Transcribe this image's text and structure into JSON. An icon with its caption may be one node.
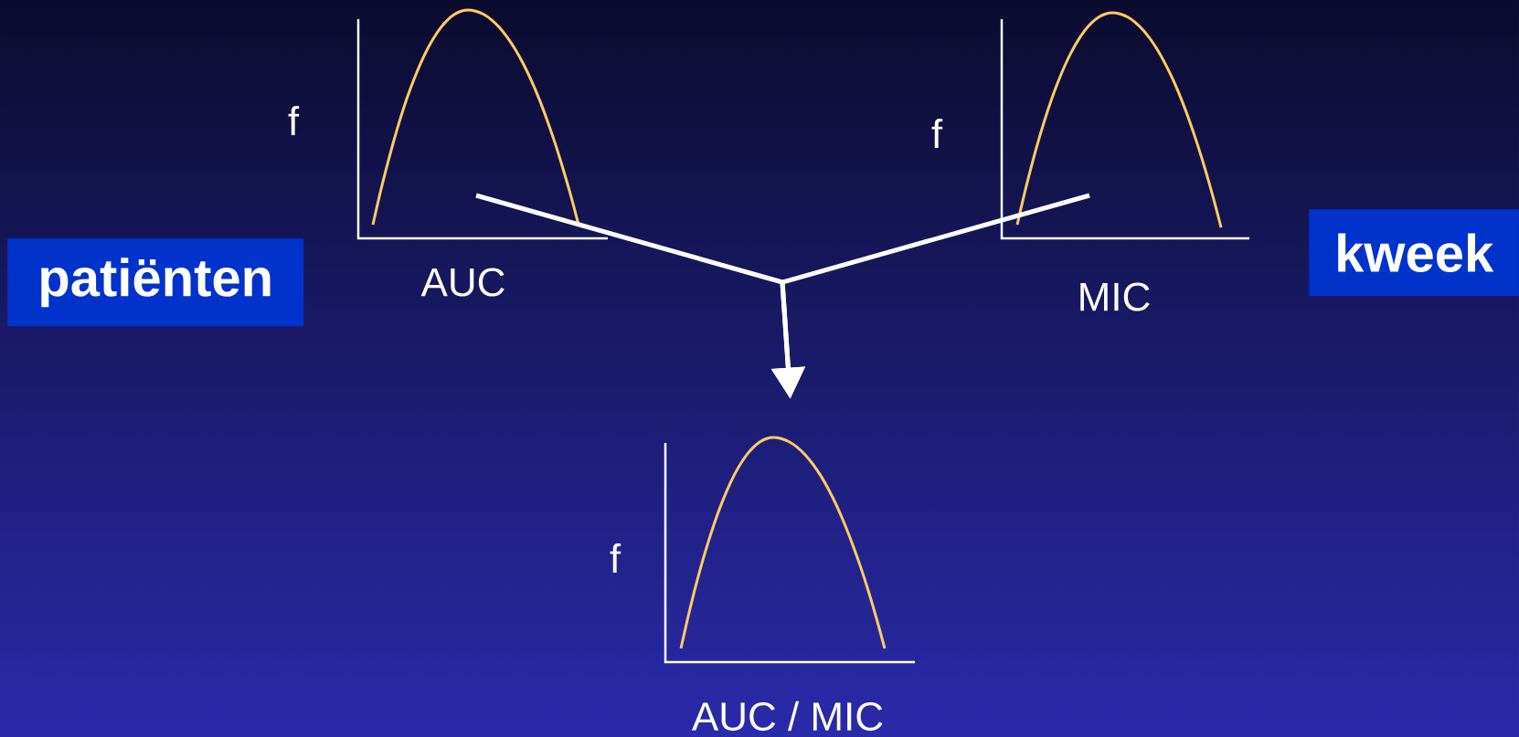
{
  "diagram": {
    "nodes": [
      {
        "text": [
          "patiënten"
        ]
      },
      {
        "text": [
          "kweek"
        ]
      },
      {
        "text": [
          "f",
          "AUC"
        ]
      },
      {
        "text": [
          "f",
          "MIC"
        ]
      },
      {
        "text": [
          "f",
          "AUC / MIC"
        ]
      }
    ],
    "edges": [
      {
        "from": 2,
        "to": 4,
        "arrow": "to"
      },
      {
        "from": 3,
        "to": 4,
        "arrow": "to"
      }
    ]
  }
}
